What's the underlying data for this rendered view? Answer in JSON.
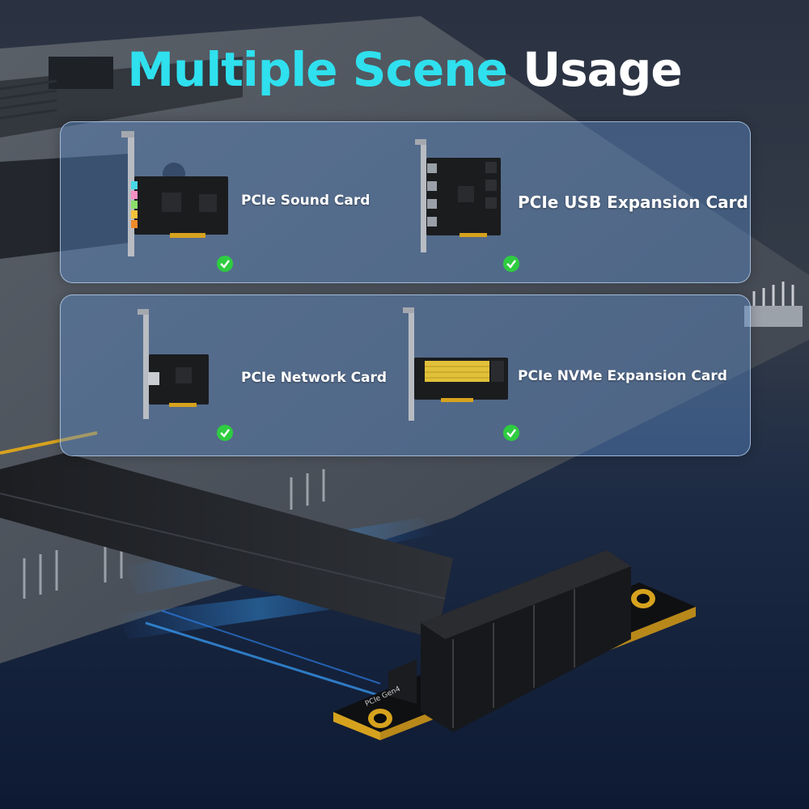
{
  "title": {
    "part1": "Multiple Scene",
    "part2": "Usage"
  },
  "cards": [
    {
      "label": "PCIe Sound Card",
      "status": "check-icon"
    },
    {
      "label": "PCIe USB Expansion Card",
      "status": "check-icon"
    },
    {
      "label": "PCIe Network Card",
      "status": "check-icon"
    },
    {
      "label": "PCIe NVMe Expansion Card",
      "status": "check-icon"
    }
  ],
  "riser_marking": "PCIe Gen4",
  "colors": {
    "accent": "#2fe0ee",
    "check": "#2ecc40",
    "panel": "#5c8ccd",
    "gold": "#d6a21e"
  }
}
